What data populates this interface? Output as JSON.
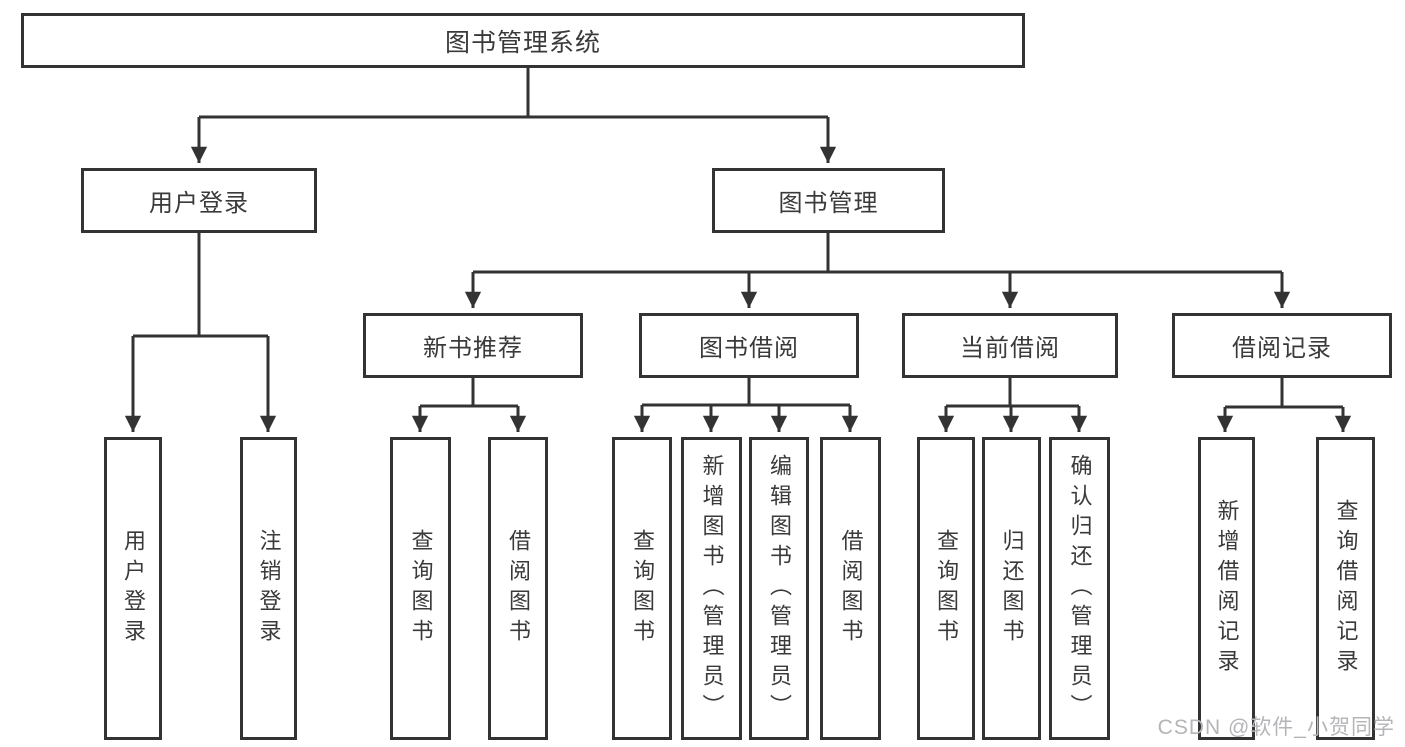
{
  "colors": {
    "line": "#333333",
    "text": "#3a3a3a",
    "background": "#ffffff",
    "watermark_color": "#b5b5b9"
  },
  "watermark": {
    "text": "CSDN @软件_小贺同学"
  },
  "tree": {
    "label": "图书管理系统",
    "children": [
      {
        "label": "用户登录",
        "children": [
          {
            "label": "用户登录"
          },
          {
            "label": "注销登录"
          }
        ]
      },
      {
        "label": "图书管理",
        "children": [
          {
            "label": "新书推荐",
            "children": [
              {
                "label": "查询图书"
              },
              {
                "label": "借阅图书"
              }
            ]
          },
          {
            "label": "图书借阅",
            "children": [
              {
                "label": "查询图书"
              },
              {
                "label": "新增图书（管理员）"
              },
              {
                "label": "编辑图书（管理员）"
              },
              {
                "label": "借阅图书"
              }
            ]
          },
          {
            "label": "当前借阅",
            "children": [
              {
                "label": "查询图书"
              },
              {
                "label": "归还图书"
              },
              {
                "label": "确认归还（管理员）"
              }
            ]
          },
          {
            "label": "借阅记录",
            "children": [
              {
                "label": "新增借阅记录"
              },
              {
                "label": "查询借阅记录"
              }
            ]
          }
        ]
      }
    ]
  }
}
